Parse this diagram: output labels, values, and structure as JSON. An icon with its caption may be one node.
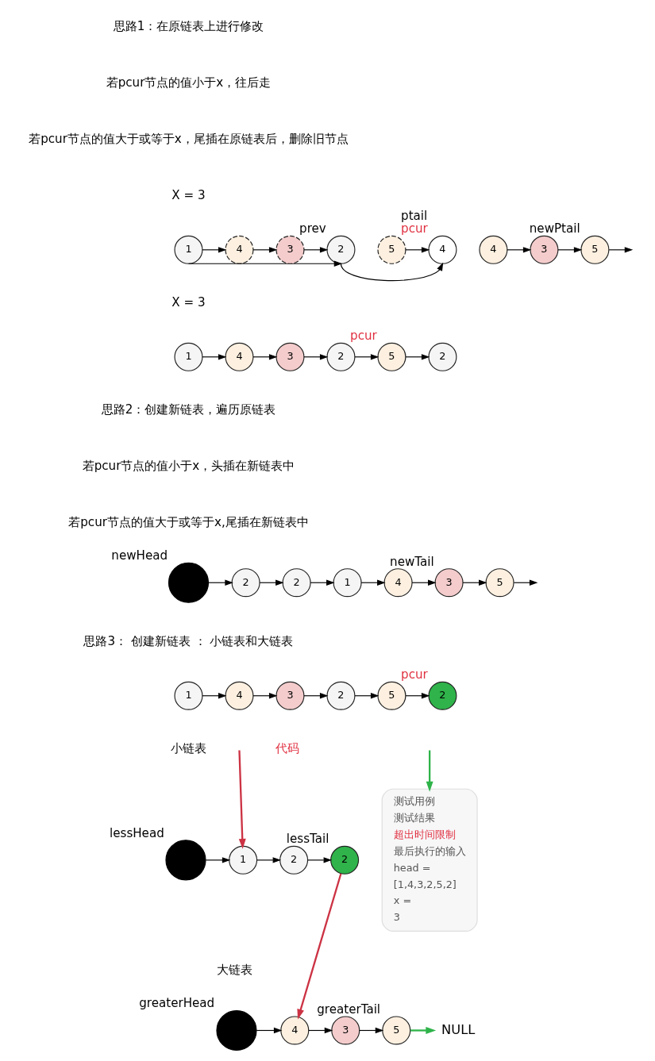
{
  "diagram": {
    "nodes": [
      {
        "text": [
          "1"
        ]
      },
      {
        "text": [
          "4"
        ]
      },
      {
        "text": [
          "3"
        ]
      },
      {
        "text": [
          "2"
        ],
        "beside": [
          "prev"
        ]
      },
      {
        "text": [
          "5"
        ]
      },
      {
        "text": [
          "4"
        ],
        "beside": [
          "ptail",
          "pcur"
        ]
      },
      {
        "text": [
          "4"
        ]
      },
      {
        "text": [
          "3"
        ]
      },
      {
        "text": [
          "5"
        ],
        "beside": [
          "newPtail"
        ]
      },
      {
        "text": [
          "1"
        ]
      },
      {
        "text": [
          "4"
        ]
      },
      {
        "text": [
          "3"
        ]
      },
      {
        "text": [
          "2"
        ]
      },
      {
        "text": [
          "5"
        ],
        "beside": [
          "pcur"
        ]
      },
      {
        "text": [
          "2"
        ]
      },
      {
        "text": [],
        "shape": "circle",
        "beside": [
          "newHead"
        ]
      },
      {
        "text": [
          "2"
        ]
      },
      {
        "text": [
          "2"
        ]
      },
      {
        "text": [
          "1"
        ]
      },
      {
        "text": [
          "4"
        ]
      },
      {
        "text": [
          "3"
        ],
        "beside": [
          "newTail"
        ]
      },
      {
        "text": [
          "5"
        ]
      },
      {
        "text": [
          "1"
        ]
      },
      {
        "text": [
          "4"
        ]
      },
      {
        "text": [
          "3"
        ]
      },
      {
        "text": [
          "2"
        ]
      },
      {
        "text": [
          "5"
        ]
      },
      {
        "text": [
          "2"
        ],
        "beside": [
          "pcur"
        ]
      },
      {
        "text": [],
        "shape": "circle",
        "beside": [
          "lessHead"
        ]
      },
      {
        "text": [
          "1"
        ]
      },
      {
        "text": [
          "2"
        ]
      },
      {
        "text": [
          "2"
        ],
        "beside": [
          "lessTail"
        ]
      },
      {
        "text": [],
        "shape": "circle",
        "beside": [
          "greaterHead"
        ]
      },
      {
        "text": [
          "4"
        ]
      },
      {
        "text": [
          "3"
        ]
      },
      {
        "text": [
          "5"
        ],
        "beside": [
          "greaterTail"
        ]
      },
      {
        "text": [
          "NULL"
        ]
      },
      {
        "text": [
          "测试用例",
          "测试结果",
          "超出时间限制",
          "最后执行的输入",
          "head =",
          "[1,4,3,2,5,2]",
          "x =",
          "3"
        ]
      }
    ],
    "edges": [
      {
        "from": 0,
        "to": 1,
        "arrow": "to"
      },
      {
        "from": 1,
        "to": 2,
        "arrow": "to"
      },
      {
        "from": 2,
        "to": 3,
        "arrow": "to"
      },
      {
        "from": 0,
        "to": 3,
        "arrow": "to"
      },
      {
        "from": 3,
        "to": 5,
        "arrow": "to"
      },
      {
        "from": 4,
        "to": 5,
        "arrow": "to"
      },
      {
        "from": 6,
        "to": 7,
        "arrow": "to"
      },
      {
        "from": 7,
        "to": 8,
        "arrow": "to"
      },
      {
        "from": 8,
        "to": null,
        "arrow": "to"
      },
      {
        "from": 9,
        "to": 10,
        "arrow": "to"
      },
      {
        "from": 10,
        "to": 11,
        "arrow": "to"
      },
      {
        "from": 11,
        "to": 12,
        "arrow": "to"
      },
      {
        "from": 12,
        "to": 13,
        "arrow": "to"
      },
      {
        "from": 13,
        "to": 14,
        "arrow": "to"
      },
      {
        "from": 15,
        "to": 16,
        "arrow": "to"
      },
      {
        "from": 16,
        "to": 17,
        "arrow": "to"
      },
      {
        "from": 17,
        "to": 18,
        "arrow": "to"
      },
      {
        "from": 18,
        "to": 19,
        "arrow": "to"
      },
      {
        "from": 19,
        "to": 20,
        "arrow": "to"
      },
      {
        "from": 20,
        "to": 21,
        "arrow": "to"
      },
      {
        "from": 21,
        "to": null,
        "arrow": "to"
      },
      {
        "from": 22,
        "to": 23,
        "arrow": "to"
      },
      {
        "from": 23,
        "to": 24,
        "arrow": "to"
      },
      {
        "from": 24,
        "to": 25,
        "arrow": "to"
      },
      {
        "from": 25,
        "to": 26,
        "arrow": "to"
      },
      {
        "from": 26,
        "to": 27,
        "arrow": "to"
      },
      {
        "from": 28,
        "to": 29,
        "arrow": "to"
      },
      {
        "from": null,
        "to": 29,
        "arrow": "to",
        "color": "#cc3344"
      },
      {
        "from": 29,
        "to": 30,
        "arrow": "to"
      },
      {
        "from": 30,
        "to": 31,
        "arrow": "to"
      },
      {
        "from": 31,
        "to": 33,
        "arrow": "to",
        "color": "#cc3344"
      },
      {
        "from": 32,
        "to": 33,
        "arrow": "to"
      },
      {
        "from": 33,
        "to": 34,
        "arrow": "to"
      },
      {
        "from": 34,
        "to": 35,
        "arrow": "to"
      },
      {
        "from": 35,
        "to": 36,
        "arrow": "to",
        "color": "#2fb34a"
      },
      {
        "from": null,
        "to": 37,
        "arrow": "to",
        "color": "#2fb34a"
      }
    ],
    "labels": [
      "思路1：在原链表上进行修改",
      "若pcur节点的值小于x，往后走",
      "若pcur节点的值大于或等于x，尾插在原链表后，删除旧节点",
      "X = 3",
      "X = 3",
      "思路2：创建新链表，遍历原链表",
      "若pcur节点的值小于x，头插在新链表中",
      "若pcur节点的值大于或等于x,尾插在新链表中",
      "思路3： 创建新链表 ： 小链表和大链表",
      "小链表",
      "代码",
      "大链表"
    ]
  }
}
